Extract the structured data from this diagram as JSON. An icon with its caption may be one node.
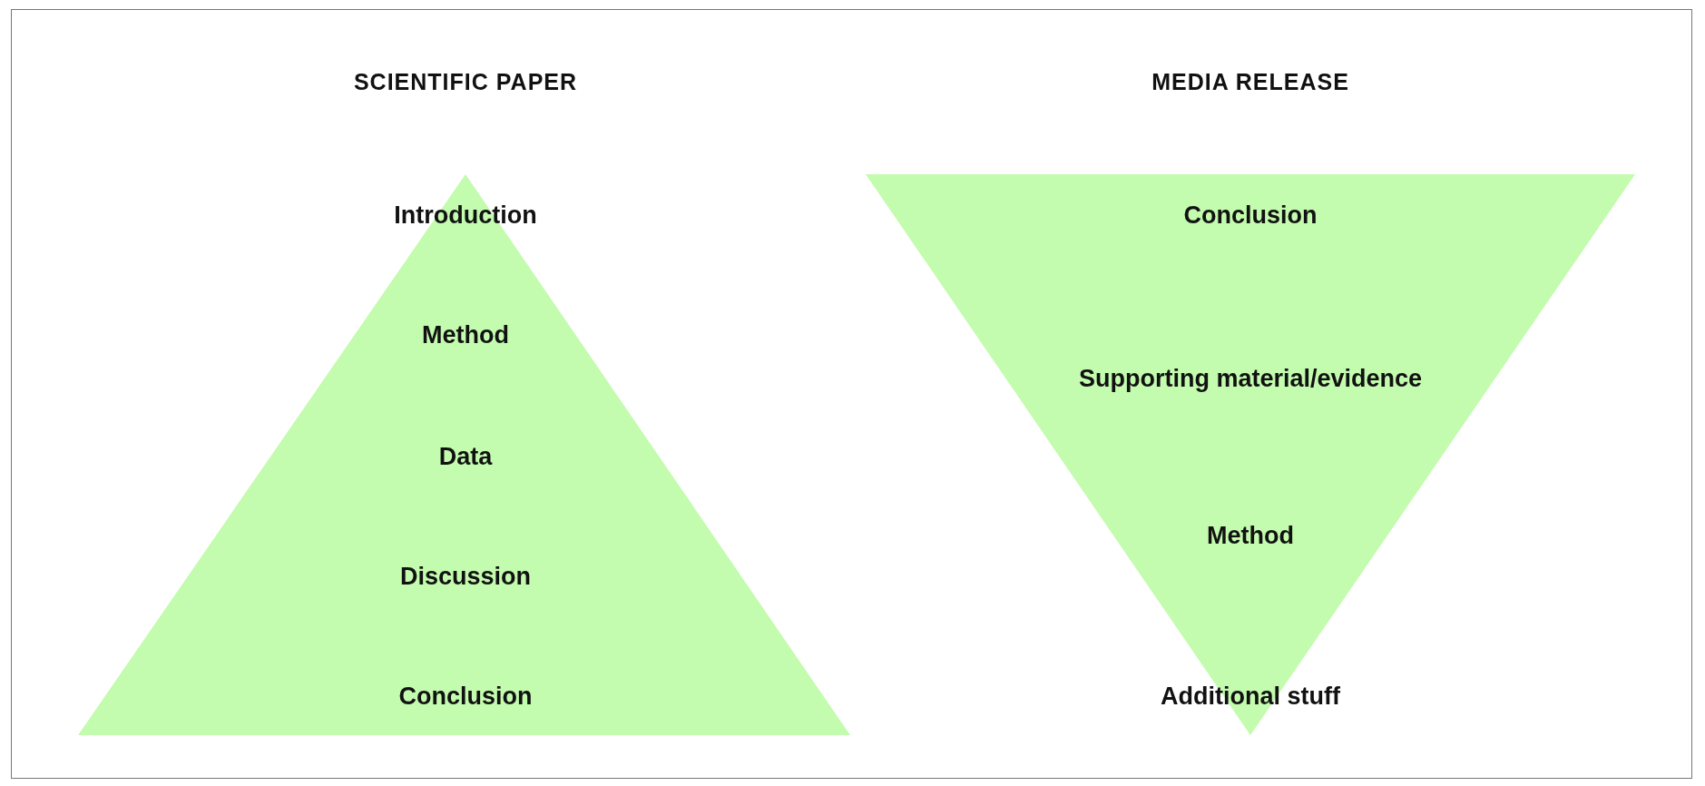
{
  "diagram": {
    "nodes": [
      {
        "text": [
          "SCIENTIFIC PAPER",
          "Introduction",
          "Method",
          "Data",
          "Discussion",
          "Conclusion"
        ]
      },
      {
        "text": [
          "MEDIA RELEASE",
          "Conclusion",
          "Supporting material/evidence",
          "Method",
          "Additional stuff"
        ]
      }
    ]
  }
}
